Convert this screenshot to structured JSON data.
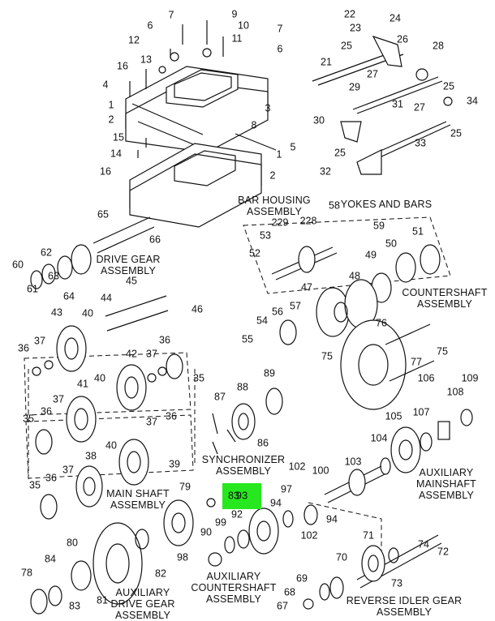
{
  "highlight": {
    "label": "93",
    "color": "#27e81f"
  },
  "assemblies": {
    "yokes_and_bars": "YOKES AND BARS",
    "bar_housing_1": "BAR HOUSING",
    "bar_housing_2": "ASSEMBLY",
    "drive_gear_1": "DRIVE GEAR",
    "drive_gear_2": "ASSEMBLY",
    "countershaft_1": "COUNTERSHAFT",
    "countershaft_2": "ASSEMBLY",
    "synchronizer_1": "SYNCHRONIZER",
    "synchronizer_2": "ASSEMBLY",
    "aux_mainshaft_1": "AUXILIARY",
    "aux_mainshaft_2": "MAINSHAFT",
    "aux_mainshaft_3": "ASSEMBLY",
    "main_shaft_1": "MAIN SHAFT",
    "main_shaft_2": "ASSEMBLY",
    "aux_countershaft_1": "AUXILIARY",
    "aux_countershaft_2": "COUNTERSHAFT",
    "aux_countershaft_3": "ASSEMBLY",
    "aux_drive_gear_1": "AUXILIARY",
    "aux_drive_gear_2": "DRIVE GEAR",
    "aux_drive_gear_3": "ASSEMBLY",
    "reverse_idler_1": "REVERSE IDLER GEAR",
    "reverse_idler_2": "ASSEMBLY"
  },
  "callouts": {
    "c7a": "7",
    "c9": "9",
    "c6a": "6",
    "c10": "10",
    "c7b": "7",
    "c12": "12",
    "c11": "11",
    "c6b": "6",
    "c13": "13",
    "c16a": "16",
    "c4": "4",
    "c1a": "1",
    "c3": "3",
    "c2a": "2",
    "c8": "8",
    "c15": "15",
    "c5": "5",
    "c14": "14",
    "c1b": "1",
    "c16b": "16",
    "c2b": "2",
    "c22": "22",
    "c24": "24",
    "c23": "23",
    "c25a": "25",
    "c26": "26",
    "c28": "28",
    "c21": "21",
    "c27a": "27",
    "c25b": "25",
    "c29": "29",
    "c31": "31",
    "c27b": "27",
    "c34": "34",
    "c30": "30",
    "c25c": "25",
    "c33": "33",
    "c25d": "25",
    "c32": "32",
    "c65": "65",
    "c66": "66",
    "c229": "229",
    "c228": "228",
    "c58": "58",
    "c59": "59",
    "c53": "53",
    "c51": "51",
    "c50": "50",
    "c52": "52",
    "c49": "49",
    "c62": "62",
    "c60": "60",
    "c63": "63",
    "c64": "64",
    "c61": "61",
    "c45": "45",
    "c44": "44",
    "c46": "46",
    "c47": "47",
    "c48": "48",
    "c43": "43",
    "c40a": "40",
    "c54": "54",
    "c56": "56",
    "c57": "57",
    "c76": "76",
    "c36a": "36",
    "c37a": "37",
    "c42": "42",
    "c37b": "37",
    "c36b": "36",
    "c55": "55",
    "c77": "77",
    "c75a": "75",
    "c75b": "75",
    "c35a": "35",
    "c41": "41",
    "c40b": "40",
    "c88": "88",
    "c89": "89",
    "c106": "106",
    "c109": "109",
    "c108": "108",
    "c37c": "37",
    "c87": "87",
    "c35b": "35",
    "c36c": "36",
    "c107": "107",
    "c105": "105",
    "c37d": "37",
    "c36d": "36",
    "c86": "86",
    "c104": "104",
    "c38": "38",
    "c40c": "40",
    "c39": "39",
    "c102a": "102",
    "c100": "100",
    "c103": "103",
    "c35c": "35",
    "c36e": "36",
    "c37e": "37",
    "c79": "79",
    "c83a": "83",
    "c97": "97",
    "c94a": "94",
    "c92": "92",
    "c99": "99",
    "c94b": "94",
    "c102b": "102",
    "c80": "80",
    "c90": "90",
    "c71": "71",
    "c74": "74",
    "c72": "72",
    "c98": "98",
    "c82": "82",
    "c84": "84",
    "c70": "70",
    "c73": "73",
    "c78": "78",
    "c81": "81",
    "c69": "69",
    "c83b": "83",
    "c68": "68",
    "c67": "67"
  }
}
